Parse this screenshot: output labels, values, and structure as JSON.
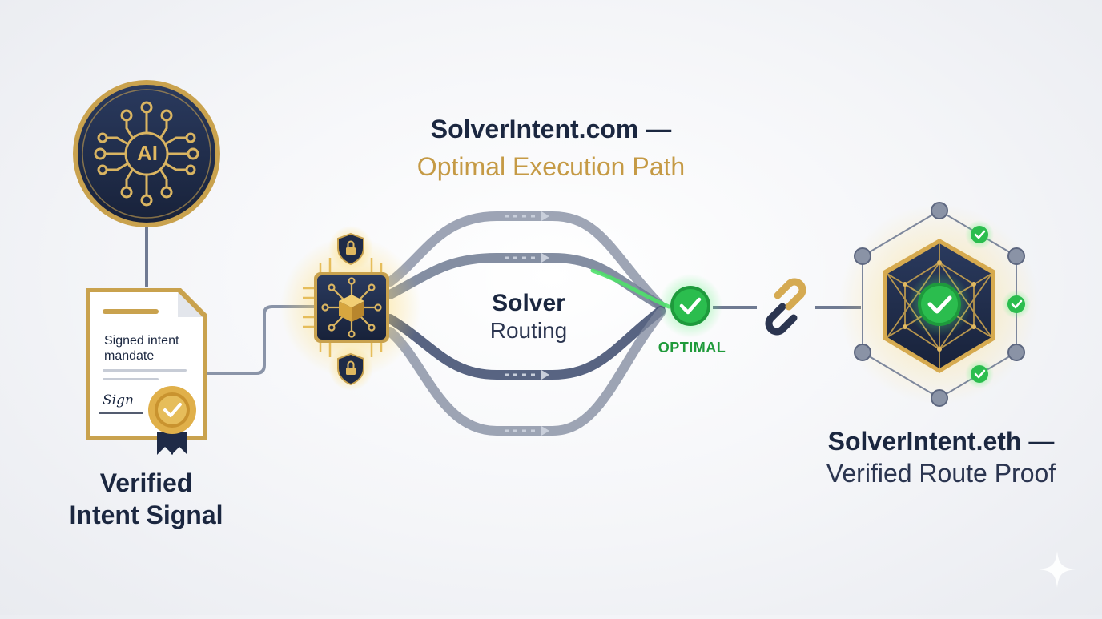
{
  "header": {
    "title": "SolverIntent.com —",
    "subtitle": "Optimal Execution Path"
  },
  "ai_node": {
    "label": "AI",
    "icon": "ai-circuit-icon"
  },
  "document": {
    "text": "Signed intent mandate",
    "signature": "Sign",
    "seal_icon": "check-seal-icon"
  },
  "left_caption": {
    "line1": "Verified",
    "line2": "Intent Signal"
  },
  "router": {
    "icon": "cube-hub-icon",
    "lock_icon": "lock-shield-icon"
  },
  "routing": {
    "line1": "Solver",
    "line2": "Routing",
    "optimal_label": "OPTIMAL"
  },
  "chain": {
    "icon": "chain-link-icon"
  },
  "proof": {
    "icon": "hexagon-network-icon",
    "check_icon": "check-icon"
  },
  "right_caption": {
    "line1": "SolverIntent.eth —",
    "line2": "Verified Route Proof"
  },
  "colors": {
    "navy": "#1f2b47",
    "gold": "#c9a24e",
    "green": "#25b04a",
    "route_gray": "#6f7a92"
  }
}
